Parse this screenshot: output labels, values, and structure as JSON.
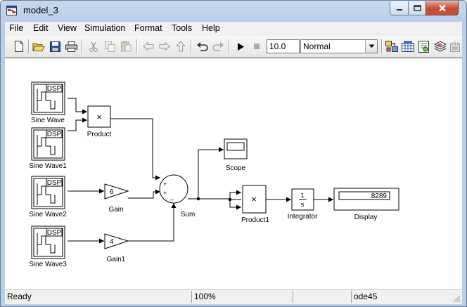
{
  "window": {
    "title": "model_3"
  },
  "menu": [
    "File",
    "Edit",
    "View",
    "Simulation",
    "Format",
    "Tools",
    "Help"
  ],
  "toolbar": {
    "stop_time": "10.0",
    "sim_mode": "Normal",
    "buttons": [
      "new-icon",
      "open-icon",
      "save-icon",
      "print-icon",
      "cut-icon",
      "copy-icon",
      "paste-icon",
      "back-icon",
      "forward-icon",
      "up-icon",
      "undo-icon",
      "redo-icon",
      "play-icon",
      "stop-icon",
      "library-browser-icon",
      "model-explorer-icon",
      "debugger-icon",
      "stack-icon",
      "build-icon"
    ]
  },
  "blocks": {
    "dsp_badge": "DSP",
    "sine1": "Sine Wave",
    "sine2": "Sine Wave1",
    "sine3": "Sine Wave2",
    "sine4": "Sine Wave3",
    "product": "Product",
    "product_sym": "×",
    "product1": "Product1",
    "product1_sym": "×",
    "gain": "Gain",
    "gain_value": "6",
    "gain1": "Gain1",
    "gain1_value": "4",
    "sum": "Sum",
    "sum_plus1": "+",
    "sum_plus2": "+",
    "sum_minus": "–",
    "scope": "Scope",
    "integrator": "Integrator",
    "integrator_num": "1",
    "integrator_den": "s",
    "display": "Display",
    "display_value": "8289"
  },
  "status": {
    "state": "Ready",
    "zoom": "100%",
    "solver": "ode45"
  },
  "colors": {
    "title_bg": "#c7d8ec",
    "close_red": "#c54a30",
    "canvas": "#ffffff"
  }
}
